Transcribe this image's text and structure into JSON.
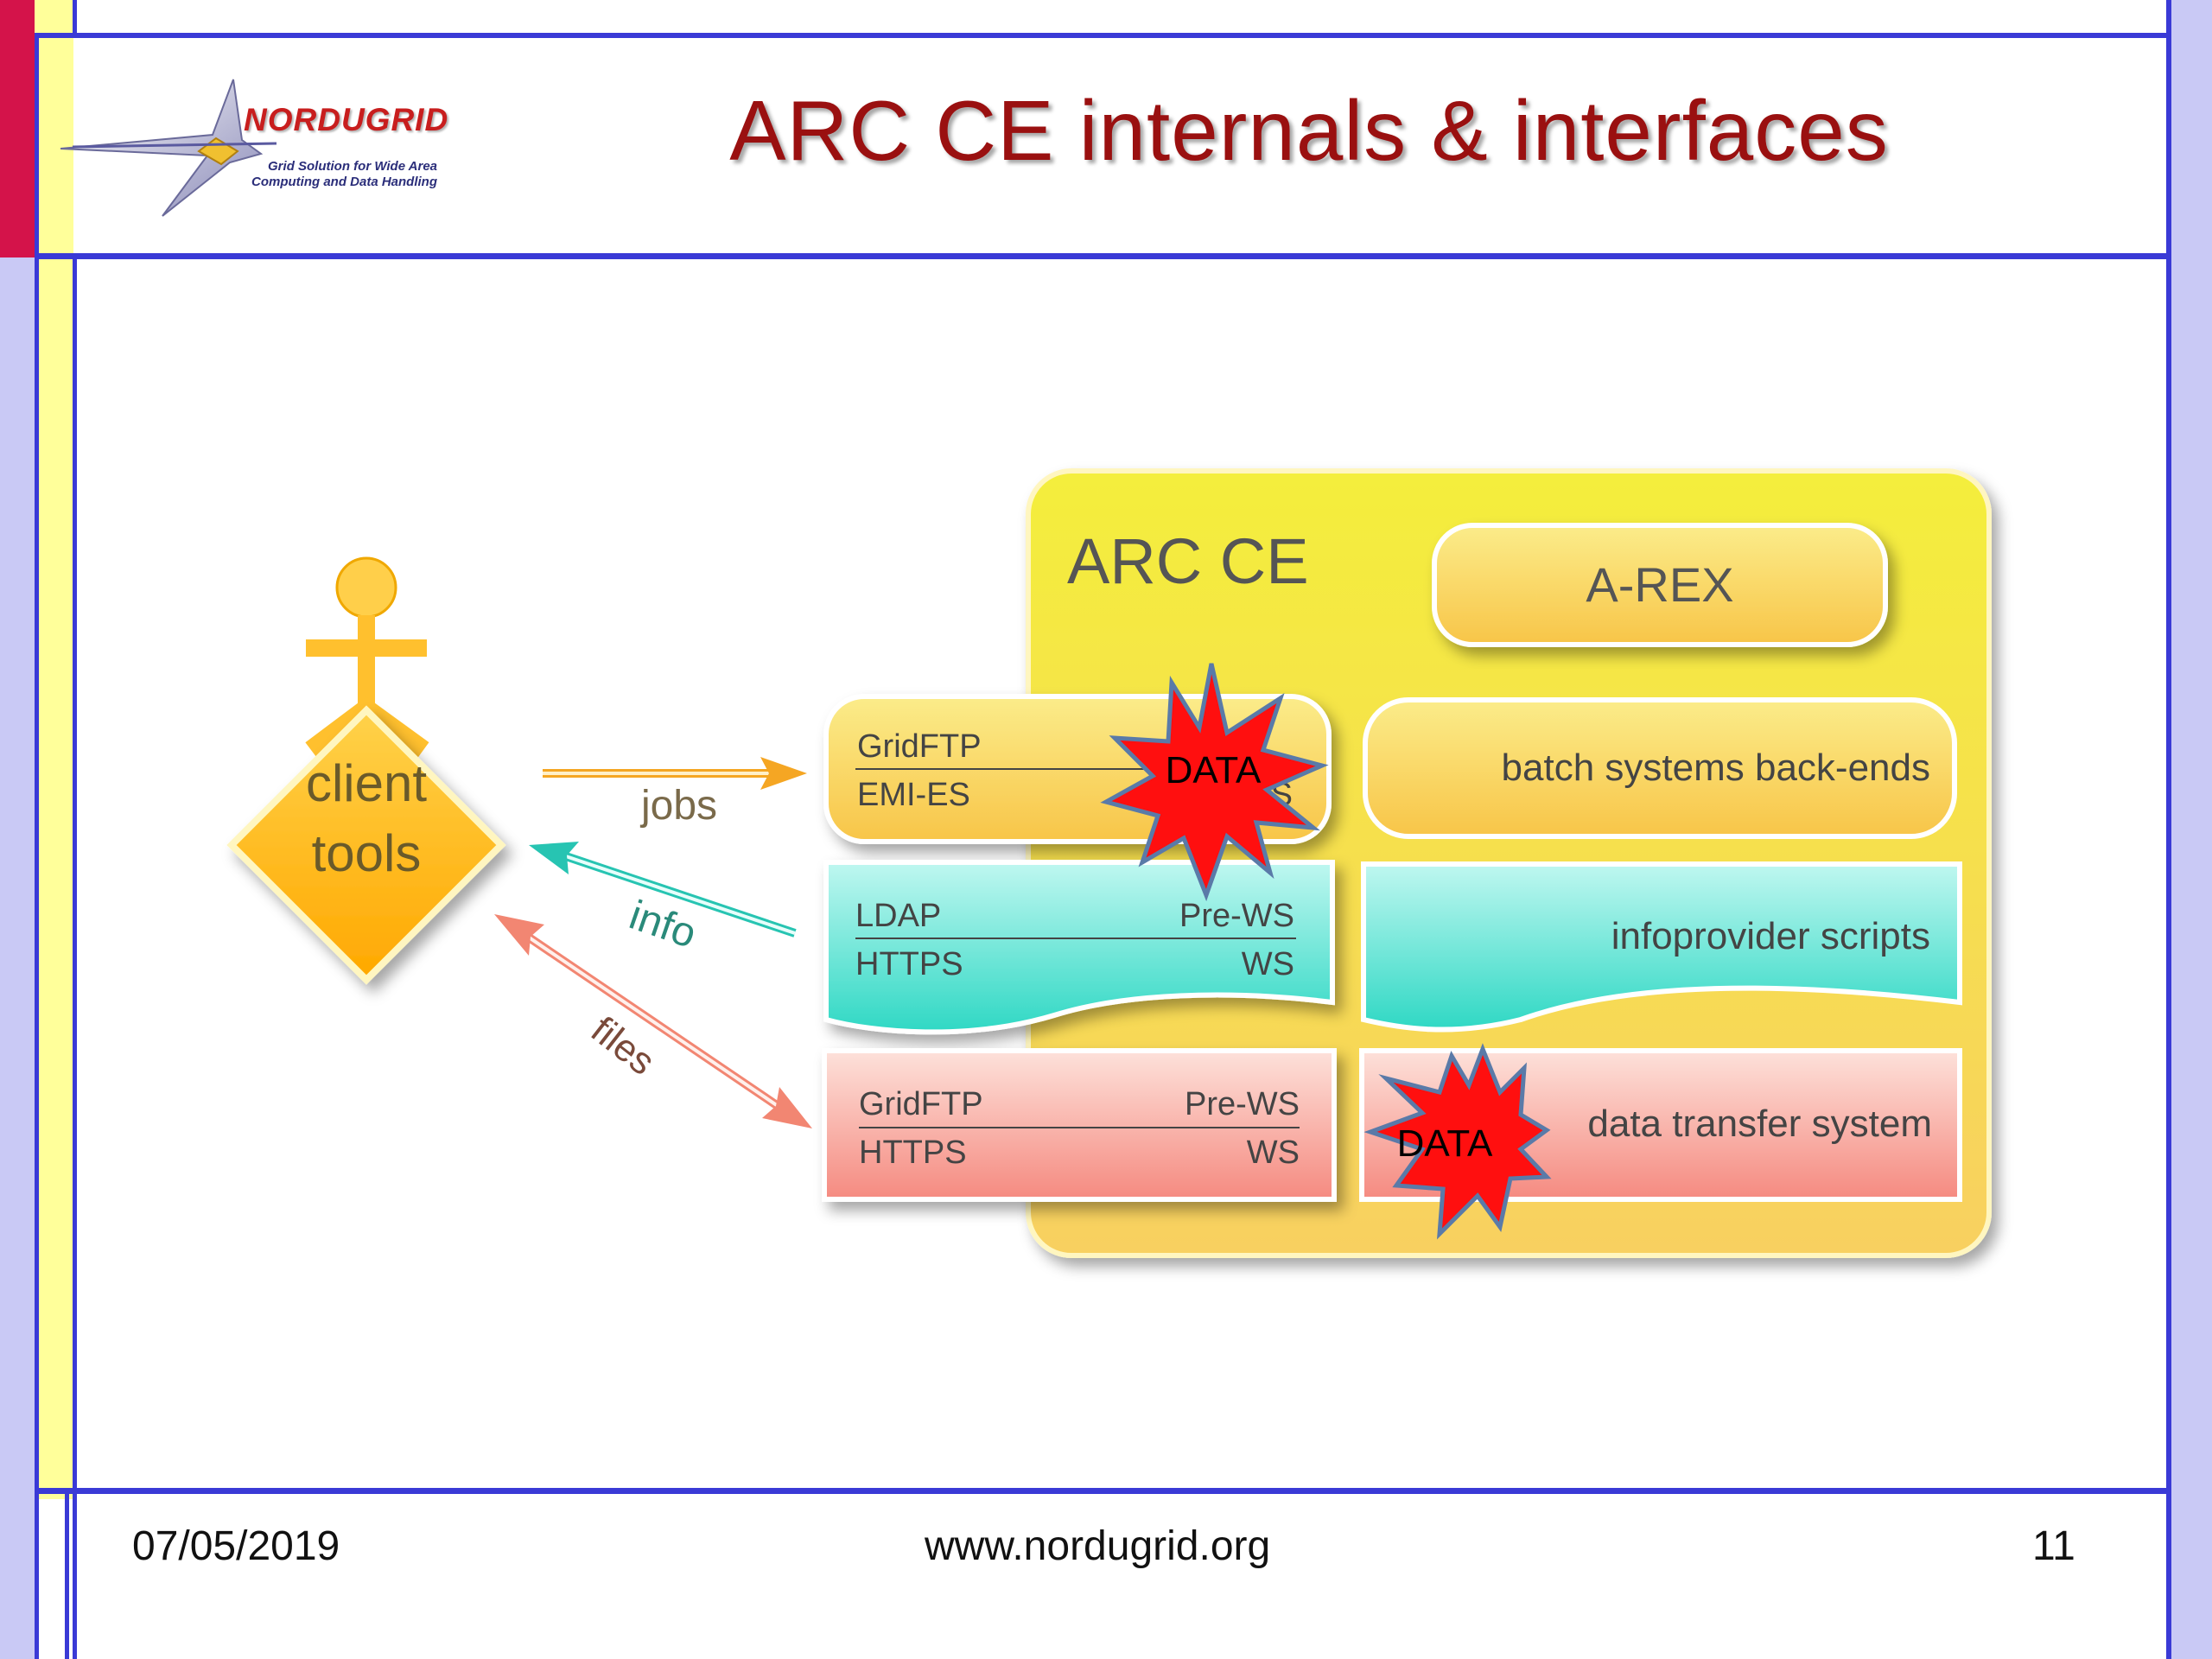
{
  "slide": {
    "title": "ARC CE internals & interfaces",
    "logo": {
      "name": "NORDUGRID",
      "tagline_1": "Grid Solution for Wide Area",
      "tagline_2": "Computing and Data Handling"
    },
    "footer": {
      "date": "07/05/2019",
      "url": "www.nordugrid.org",
      "page": "11"
    }
  },
  "diagram": {
    "actor": {
      "line1": "client",
      "line2": "tools"
    },
    "arrows": {
      "jobs": "jobs",
      "info": "info",
      "files": "files"
    },
    "ce": {
      "title": "ARC CE",
      "arex": "A-REX",
      "batch": "batch systems back-ends",
      "infoprovider": "infoprovider scripts",
      "dts": "data transfer system"
    },
    "jobs_iface": {
      "top_left": "GridFTP",
      "bottom_left": "EMI-ES",
      "bottom_right_partial": "S"
    },
    "info_iface": {
      "top_left": "LDAP",
      "top_right": "Pre-WS",
      "bottom_left": "HTTPS",
      "bottom_right": "WS"
    },
    "files_iface": {
      "top_left": "GridFTP",
      "top_right": "Pre-WS",
      "bottom_left": "HTTPS",
      "bottom_right": "WS"
    },
    "starbursts": {
      "data_1": "DATA",
      "data_2": "DATA"
    }
  },
  "colors": {
    "title": "#9a1010",
    "frame_blue": "#3a3ad6",
    "ce_yellow": "#f4e84a",
    "cyan": "#3fe0cf",
    "salmon": "#f6908a",
    "star_red": "#ff1010"
  }
}
